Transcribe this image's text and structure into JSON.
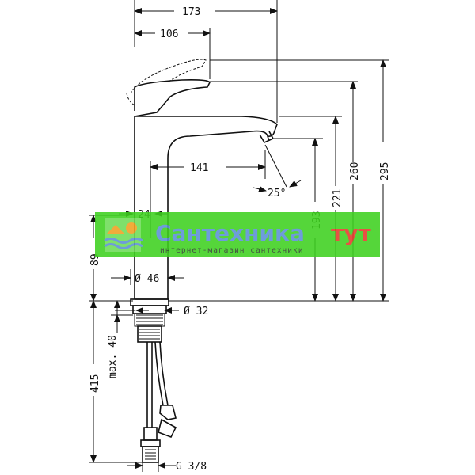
{
  "dimensions": {
    "d173": "173",
    "d106": "106",
    "d141": "141",
    "d25": "25°",
    "d193": "193",
    "d221": "221",
    "d260": "260",
    "d295": "295",
    "d24": "24",
    "d89": "89",
    "d46": "Ø 46",
    "d32": "Ø 32",
    "d40": "max. 40",
    "d415": "415",
    "g38": "G 3/8"
  },
  "watermark": {
    "title_part1": "Сантехника",
    "title_part2": "тут",
    "subtitle": "интернет-магазин сантехники"
  },
  "colors": {
    "banner_green": "#3ed11f",
    "title_blue": "#5b8fd6",
    "title_red": "#e53a2b",
    "logo_orange": "#f0a020"
  }
}
